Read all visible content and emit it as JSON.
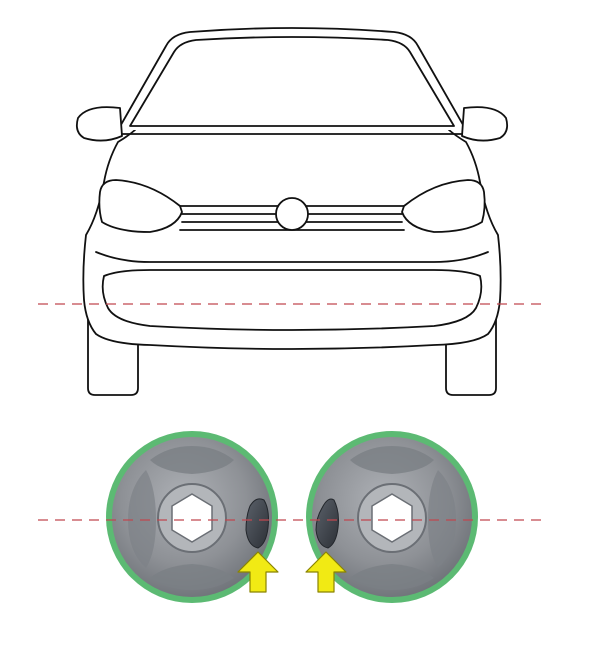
{
  "diagram": {
    "background_color": "#ffffff",
    "car": {
      "view": "front",
      "outline_color": "#111111",
      "fill_color": "#ffffff"
    },
    "reference_line": {
      "style": "dashed",
      "color": "#c0474f",
      "count": 2
    },
    "bushings": {
      "count": 2,
      "ring_color": "#5cba73",
      "body_color": "#8e9196",
      "insert_color": "#3a3f46",
      "items": [
        {
          "side": "left",
          "insert_position": "right-of-center"
        },
        {
          "side": "right",
          "insert_position": "left-of-center"
        }
      ]
    },
    "arrows": {
      "count": 2,
      "color": "#f1ea14",
      "outline_color": "#8a8400",
      "direction": "up"
    }
  }
}
